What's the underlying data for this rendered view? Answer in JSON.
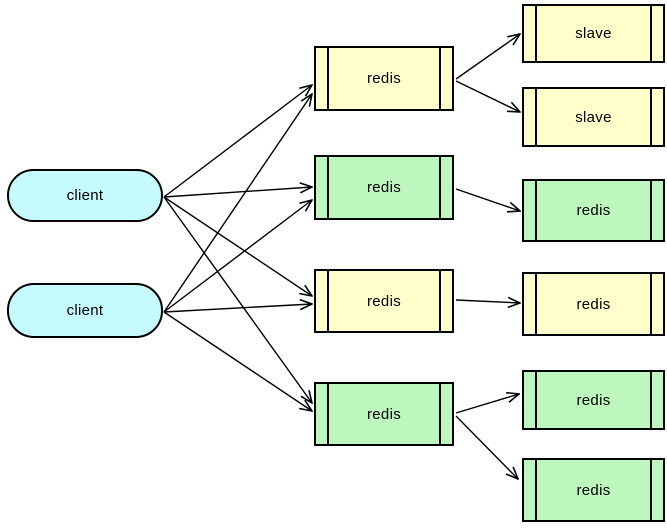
{
  "colors": {
    "background": "#ffffff",
    "client_fill": "#c5fbff",
    "yellow_fill": "#ffffcc",
    "green_fill": "#bdf7bd",
    "outline": "#000000"
  },
  "nodes": [
    {
      "id": "client-1",
      "label": "client",
      "shape": "rounded",
      "fill": "client"
    },
    {
      "id": "client-2",
      "label": "client",
      "shape": "rounded",
      "fill": "client"
    },
    {
      "id": "redis-m1",
      "label": "redis",
      "shape": "component",
      "fill": "yellow"
    },
    {
      "id": "redis-m2",
      "label": "redis",
      "shape": "component",
      "fill": "green"
    },
    {
      "id": "redis-m3",
      "label": "redis",
      "shape": "component",
      "fill": "yellow"
    },
    {
      "id": "redis-m4",
      "label": "redis",
      "shape": "component",
      "fill": "green"
    },
    {
      "id": "slave-1",
      "label": "slave",
      "shape": "component",
      "fill": "yellow"
    },
    {
      "id": "slave-2",
      "label": "slave",
      "shape": "component",
      "fill": "yellow"
    },
    {
      "id": "redis-r2",
      "label": "redis",
      "shape": "component",
      "fill": "green"
    },
    {
      "id": "redis-r3",
      "label": "redis",
      "shape": "component",
      "fill": "yellow"
    },
    {
      "id": "redis-r4",
      "label": "redis",
      "shape": "component",
      "fill": "green"
    },
    {
      "id": "redis-r5",
      "label": "redis",
      "shape": "component",
      "fill": "green"
    }
  ],
  "edges": [
    {
      "from": "client-1",
      "to": "redis-m1"
    },
    {
      "from": "client-1",
      "to": "redis-m2"
    },
    {
      "from": "client-1",
      "to": "redis-m3"
    },
    {
      "from": "client-1",
      "to": "redis-m4"
    },
    {
      "from": "client-2",
      "to": "redis-m1"
    },
    {
      "from": "client-2",
      "to": "redis-m2"
    },
    {
      "from": "client-2",
      "to": "redis-m3"
    },
    {
      "from": "client-2",
      "to": "redis-m4"
    },
    {
      "from": "redis-m1",
      "to": "slave-1"
    },
    {
      "from": "redis-m1",
      "to": "slave-2"
    },
    {
      "from": "redis-m2",
      "to": "redis-r2"
    },
    {
      "from": "redis-m3",
      "to": "redis-r3"
    },
    {
      "from": "redis-m4",
      "to": "redis-r4"
    },
    {
      "from": "redis-m4",
      "to": "redis-r5"
    }
  ]
}
